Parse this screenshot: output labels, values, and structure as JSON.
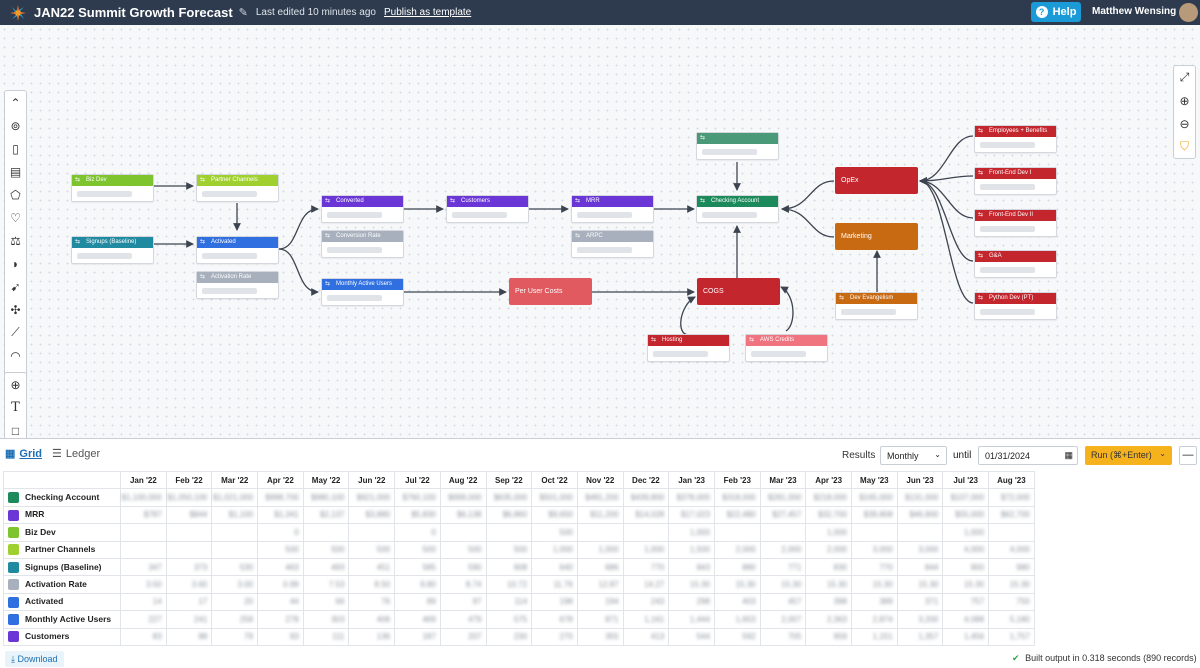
{
  "header": {
    "title": "JAN22 Summit Growth Forecast",
    "last_edited": "Last edited 10 minutes ago",
    "publish": "Publish as template",
    "help": "Help",
    "user": "Matthew Wensing"
  },
  "nodes": [
    {
      "label": "Biz Dev",
      "color": "#7dc42e"
    },
    {
      "label": "Partner Channels",
      "color": "#a0d030"
    },
    {
      "label": "Signups (Baseline)",
      "color": "#1f8aa0"
    },
    {
      "label": "Activated",
      "color": "#2f6fe0"
    },
    {
      "label": "Activation Rate",
      "color": "#a7b0bc"
    },
    {
      "label": "Converted",
      "color": "#6b36d6"
    },
    {
      "label": "Conversion Rate",
      "color": "#a7b0bc"
    },
    {
      "label": "Monthly Active Users",
      "color": "#2f6fe0"
    },
    {
      "label": "Customers",
      "color": "#6b36d6"
    },
    {
      "label": "MRR",
      "color": "#6b36d6"
    },
    {
      "label": "ARPC",
      "color": "#a7b0bc"
    },
    {
      "label": "Checking Account",
      "color": "#1c8a5a"
    },
    {
      "label": "Hosting",
      "color": "#c4262e"
    },
    {
      "label": "AWS Credits",
      "color": "#f07480"
    },
    {
      "label": "Dev Evangelism",
      "color": "#c86a12"
    },
    {
      "label": "Employees + Benefits",
      "color": "#c4262e"
    },
    {
      "label": "Front-End Dev I",
      "color": "#c4262e"
    },
    {
      "label": "Front-End Dev II",
      "color": "#c4262e"
    },
    {
      "label": "G&A",
      "color": "#c4262e"
    },
    {
      "label": "Python Dev (PT)",
      "color": "#c4262e"
    }
  ],
  "blocks": {
    "per_user_costs": "Per User Costs",
    "cogs": "COGS",
    "opex": "OpEx",
    "marketing": "Marketing"
  },
  "panel": {
    "tab_grid": "Grid",
    "tab_ledger": "Ledger",
    "results_label": "Results",
    "interval": "Monthly",
    "until_label": "until",
    "until_date": "01/31/2024",
    "run_label": "Run (⌘+Enter)",
    "download": "Download",
    "status": "Built output in 0.318 seconds (890 records)"
  },
  "grid": {
    "months": [
      "Jan '22",
      "Feb '22",
      "Mar '22",
      "Apr '22",
      "May '22",
      "Jun '22",
      "Jul '22",
      "Aug '22",
      "Sep '22",
      "Oct '22",
      "Nov '22",
      "Dec '22",
      "Jan '23",
      "Feb '23",
      "Mar '23",
      "Apr '23",
      "May '23",
      "Jun '23",
      "Jul '23",
      "Aug '23"
    ],
    "rows": [
      {
        "label": "Checking Account",
        "color": "#1c8a5a",
        "values": [
          "$1,100,000",
          "$1,050,100",
          "$1,021,000",
          "$998,700",
          "$980,100",
          "$921,000",
          "$760,100",
          "$699,000",
          "$635,000",
          "$501,000",
          "$481,200",
          "$439,800",
          "$378,000",
          "$318,000",
          "$281,000",
          "$218,000",
          "$165,000",
          "$131,000",
          "$107,000",
          "$72,000"
        ]
      },
      {
        "label": "MRR",
        "color": "#6b36d6",
        "values": [
          "$787",
          "$844",
          "$1,100",
          "$1,341",
          "$2,137",
          "$3,880",
          "$5,830",
          "$6,138",
          "$6,860",
          "$9,650",
          "$11,200",
          "$14,028",
          "$17,023",
          "$22,480",
          "$27,457",
          "$32,700",
          "$39,808",
          "$46,900",
          "$55,000",
          "$62,700"
        ]
      },
      {
        "label": "Biz Dev",
        "color": "#7dc42e",
        "values": [
          "",
          "",
          "",
          "0",
          "",
          "",
          "0",
          "",
          "",
          "500",
          "",
          "",
          "1,000",
          "",
          "",
          "1,000",
          "",
          "",
          "1,000",
          ""
        ]
      },
      {
        "label": "Partner Channels",
        "color": "#a0d030",
        "values": [
          "",
          "",
          "",
          "500",
          "500",
          "500",
          "500",
          "500",
          "500",
          "1,000",
          "1,000",
          "1,000",
          "1,500",
          "2,000",
          "2,000",
          "2,000",
          "3,000",
          "3,000",
          "4,000",
          "4,000"
        ]
      },
      {
        "label": "Signups (Baseline)",
        "color": "#1f8aa0",
        "values": [
          "347",
          "373",
          "530",
          "463",
          "493",
          "451",
          "585",
          "590",
          "608",
          "640",
          "686",
          "770",
          "843",
          "880",
          "771",
          "830",
          "770",
          "844",
          "900",
          "980"
        ]
      },
      {
        "label": "Activation Rate",
        "color": "#a7b0bc",
        "values": [
          "3.50",
          "3.60",
          "3.00",
          "0.99",
          "7.53",
          "8.50",
          "9.80",
          "8.74",
          "10.72",
          "11.76",
          "12.87",
          "14.27",
          "15.30",
          "15.30",
          "15.30",
          "15.30",
          "15.30",
          "15.30",
          "15.30",
          "15.30"
        ]
      },
      {
        "label": "Activated",
        "color": "#2f6fe0",
        "values": [
          "14",
          "17",
          "20",
          "44",
          "66",
          "76",
          "89",
          "97",
          "114",
          "198",
          "194",
          "243",
          "298",
          "403",
          "457",
          "398",
          "389",
          "371",
          "757",
          "750"
        ]
      },
      {
        "label": "Monthly Active Users",
        "color": "#2f6fe0",
        "values": [
          "227",
          "241",
          "258",
          "278",
          "303",
          "406",
          "469",
          "479",
          "575",
          "678",
          "871",
          "1,161",
          "1,444",
          "1,653",
          "2,007",
          "2,363",
          "2,874",
          "3,200",
          "4,088",
          "5,180"
        ]
      },
      {
        "label": "Customers",
        "color": "#6b36d6",
        "values": [
          "83",
          "88",
          "79",
          "93",
          "111",
          "136",
          "187",
          "207",
          "230",
          "270",
          "355",
          "413",
          "544",
          "592",
          "705",
          "959",
          "1,151",
          "1,357",
          "1,456",
          "1,757"
        ]
      }
    ]
  }
}
